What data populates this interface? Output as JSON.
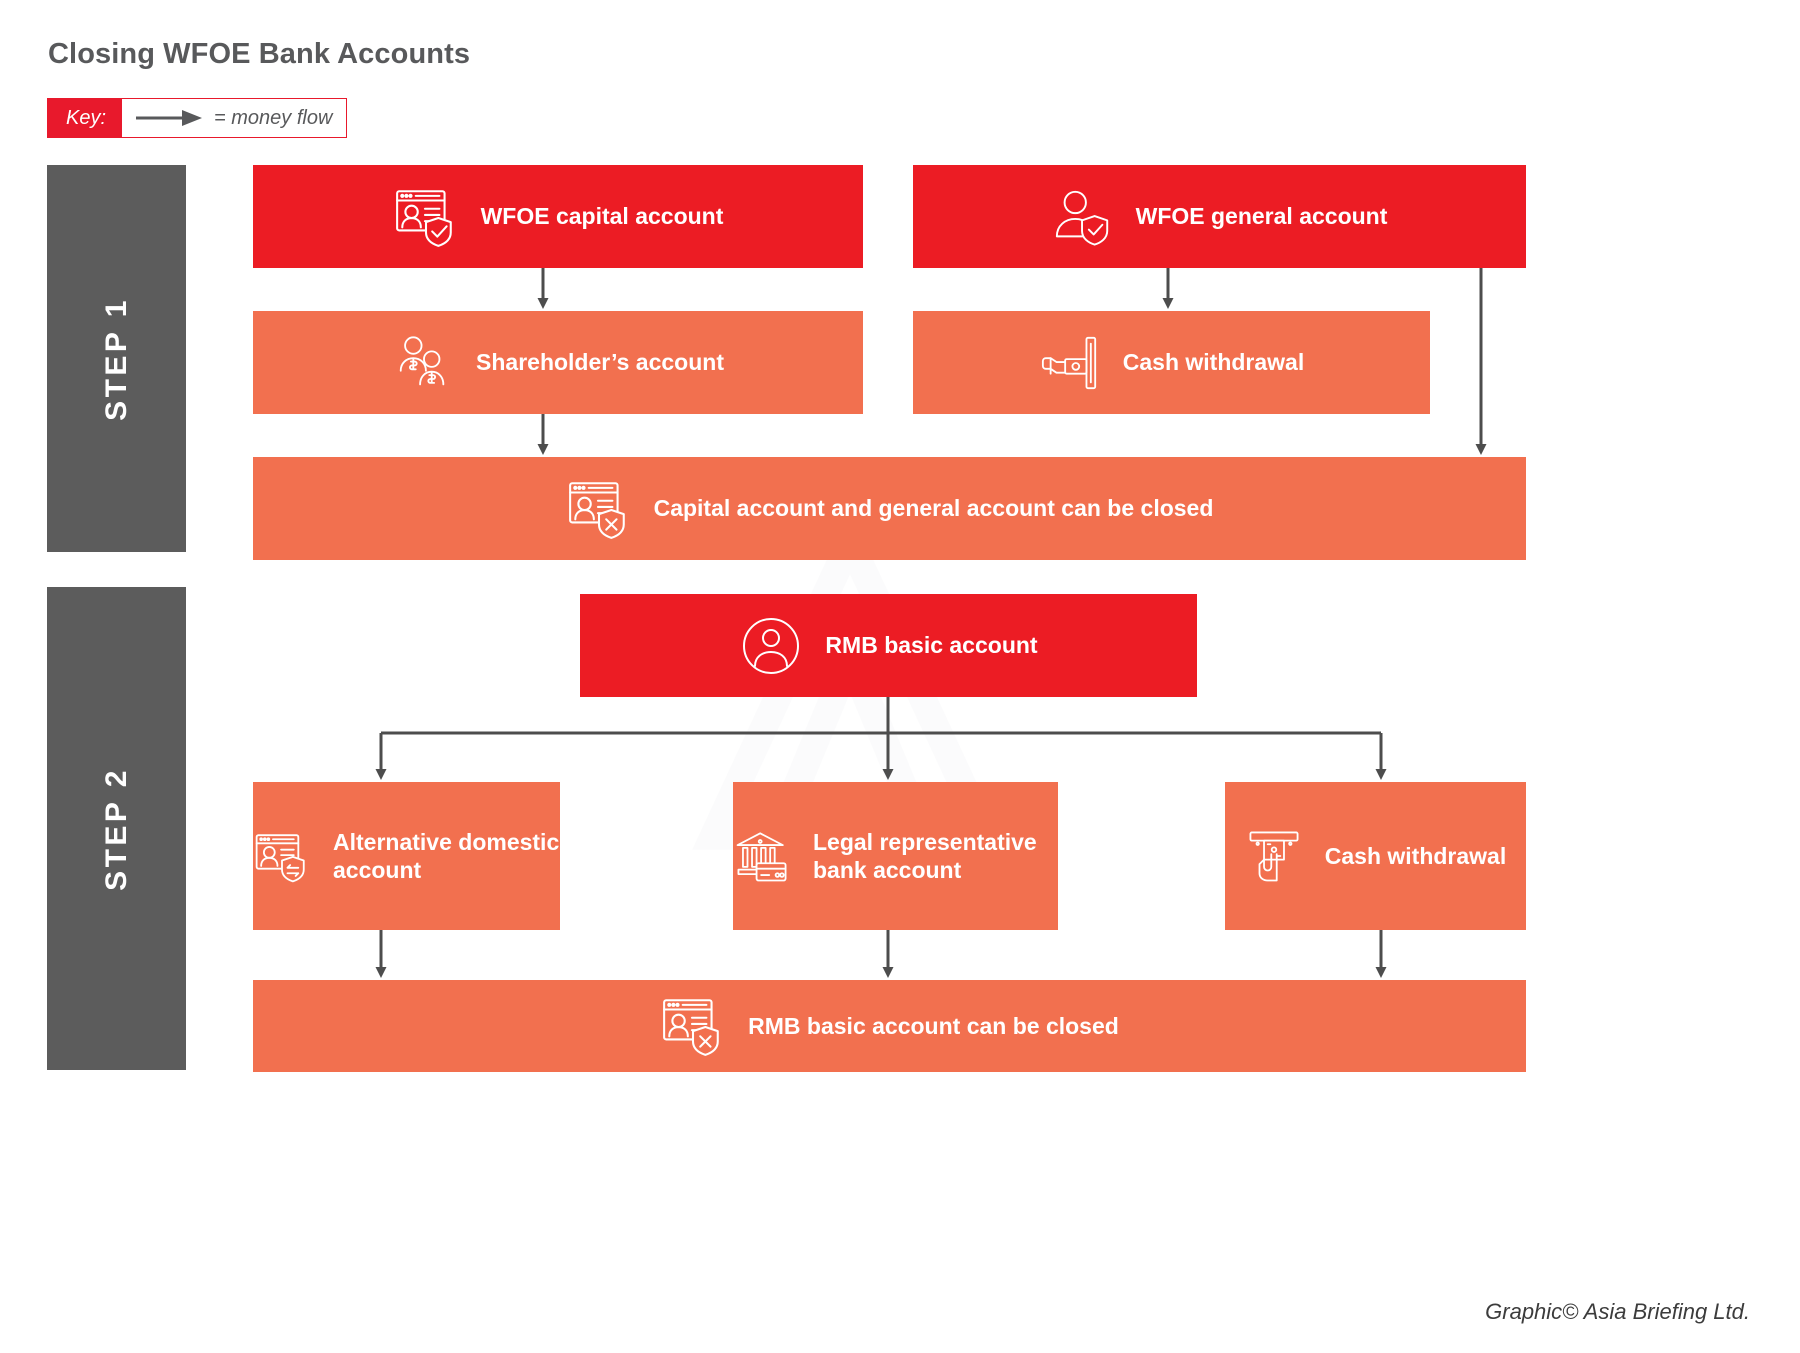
{
  "title": "Closing WFOE Bank Accounts",
  "legend": {
    "key_label": "Key:",
    "arrow_icon": "arrow-right-icon",
    "meaning": "= money flow"
  },
  "colors": {
    "primary_red": "#ec1c24",
    "secondary_coral": "#f2704f",
    "step_bar_gray": "#5c5c5c",
    "title_gray": "#58595b",
    "connector_gray": "#4d4d4d",
    "key_border_red": "#e8192c"
  },
  "steps": [
    {
      "id": "step-1",
      "label": "STEP 1"
    },
    {
      "id": "step-2",
      "label": "STEP 2"
    }
  ],
  "step1": {
    "boxes": [
      {
        "id": "wfoe-capital",
        "label": "WFOE capital account",
        "icon": "id-card-person-shield-check-icon",
        "style": "red"
      },
      {
        "id": "wfoe-general",
        "label": "WFOE general account",
        "icon": "person-shield-check-icon",
        "style": "red"
      },
      {
        "id": "shareholder",
        "label": "Shareholder’s account",
        "icon": "two-people-money-icon",
        "style": "coral"
      },
      {
        "id": "cash-withdrawal-1",
        "label": "Cash withdrawal",
        "icon": "hand-cash-atm-icon",
        "style": "coral"
      },
      {
        "id": "closed-1",
        "label": "Capital account and general account can be closed",
        "icon": "id-card-person-shield-x-icon",
        "style": "coral"
      }
    ]
  },
  "step2": {
    "boxes": [
      {
        "id": "rmb-basic",
        "label": "RMB basic account",
        "icon": "user-circle-icon",
        "style": "red"
      },
      {
        "id": "alt-domestic",
        "label": "Alternative domestic account",
        "icon": "id-card-person-shield-transfer-icon",
        "style": "coral"
      },
      {
        "id": "legal-rep",
        "label": "Legal representative bank account",
        "icon": "bank-building-card-icon",
        "style": "coral"
      },
      {
        "id": "cash-withdrawal-2",
        "label": "Cash withdrawal",
        "icon": "atm-hand-cash-icon",
        "style": "coral"
      },
      {
        "id": "closed-2",
        "label": "RMB basic account can be closed",
        "icon": "id-card-person-shield-x-icon",
        "style": "coral"
      }
    ]
  },
  "flows": [
    {
      "from": "wfoe-capital",
      "to": "shareholder"
    },
    {
      "from": "shareholder",
      "to": "closed-1"
    },
    {
      "from": "wfoe-general",
      "to": "cash-withdrawal-1"
    },
    {
      "from": "wfoe-general",
      "to": "closed-1"
    },
    {
      "from": "rmb-basic",
      "to": "alt-domestic"
    },
    {
      "from": "rmb-basic",
      "to": "legal-rep"
    },
    {
      "from": "rmb-basic",
      "to": "cash-withdrawal-2"
    },
    {
      "from": "alt-domestic",
      "to": "closed-2"
    },
    {
      "from": "legal-rep",
      "to": "closed-2"
    },
    {
      "from": "cash-withdrawal-2",
      "to": "closed-2"
    }
  ],
  "credit": "Graphic© Asia Briefing Ltd."
}
